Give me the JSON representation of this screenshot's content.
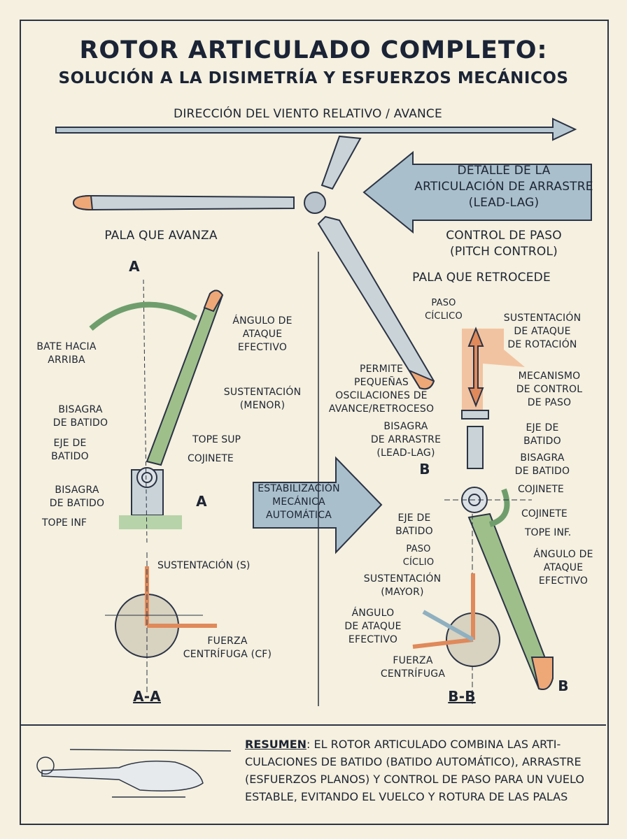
{
  "title": {
    "line1": "ROTOR ARTICULADO COMPLETO:",
    "line2": "SOLUCIÓN A LA DISIMETRÍA Y ESFUERZOS MECÁNICOS"
  },
  "wind": "DIRECCIÓN DEL VIENTO RELATIVO / AVANCE",
  "detail_arrow": "DETALLE DE LA\nARTICULACIÓN DE ARRASTRE\n(LEAD-LAG)",
  "pitch_control": "CONTROL DE PASO\n(PITCH CONTROL)",
  "left": {
    "advancing": "PALA QUE AVANZA",
    "a_top": "A",
    "a_side": "A",
    "flap_up": "BATE HACIA\nARRIBA",
    "aoa": "ÁNGULO DE\nATAQUE\nEFECTIVO",
    "lift_less": "SUSTENTACIÓN\n(MENOR)",
    "flap_hinge1": "BISAGRA\nDE BATIDO",
    "flap_axis": "EJE DE\nBATIDO",
    "top_stop": "TOPE SUP",
    "bearing": "COJINETE",
    "flap_hinge2": "BISAGRA\nDE BATIDO",
    "bottom_stop": "TOPE INF",
    "lift_s": "SUSTENTACIÓN (S)",
    "cf": "FUERZA\nCENTRÍFUGA (CF)",
    "section": "A-A"
  },
  "center_arrow": "ESTABILIZACIÓN\nMECÁNICA\nAUTOMÁTICA",
  "right": {
    "retreating": "PALA QUE RETROCEDE",
    "cyclic1": "PASO\nCÍCLICO",
    "lift_rot": "SUSTENTACIÓN\nDE ATAQUE\nDE ROTACIÓN",
    "osc": "PERMITE\nPEQUEÑAS\nOSCILACIONES DE\nAVANCE/RETROCESO",
    "mech": "MECANISMO\nDE CONTROL\nDE PASO",
    "lag_hinge": "BISAGRA\nDE ARRASTRE\n(LEAD-LAG)",
    "flap_axis1": "EJE DE\nBATIDO",
    "flap_hinge": "BISAGRA\nDE BATIDO",
    "b_top": "B",
    "bearing1": "COJINETE",
    "bearing2": "COJINETE",
    "flap_axis2": "EJE DE\nBATIDO",
    "bottom_stop": "TOPE INF.",
    "cyclic2": "PASO\nCÍCLIO",
    "aoa1": "ÁNGULO DE\nATAQUE\nEFECTIVO",
    "lift_more": "SUSTENTACIÓN\n(MAYOR)",
    "aoa2": "ÁNGULO\nDE ATAQUE\nEFECTIVO",
    "cf": "FUERZA\nCENTRÍFUGA",
    "b_bottom": "B",
    "section": "B-B"
  },
  "summary": {
    "label": "RESUMEN",
    "text": ": EL ROTOR ARTICULADO COMBINA LAS ARTI-CULACIONES DE BATIDO (BATIDO AUTOMÁTICO), ARRASTRE (ESFUERZOS PLANOS) Y CONTROL DE PASO PARA UN VUELO ESTABLE, EVITANDO EL VUELCO Y ROTURA DE LAS PALAS"
  },
  "colors": {
    "paper": "#f5f0df",
    "ink": "#1d2433",
    "blade": "#c9d3d8",
    "blade_green": "#9fbf8a",
    "tip_orange": "#eea877",
    "arrow_blue": "#a9bfcc",
    "arrow_green": "#8fb98a"
  }
}
